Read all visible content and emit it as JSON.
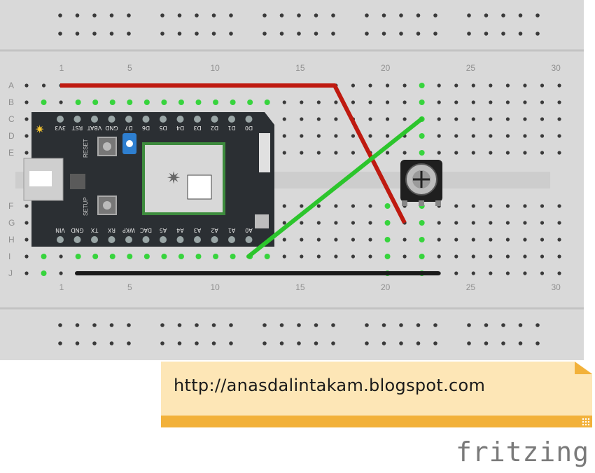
{
  "breadboard": {
    "column_labels": [
      "1",
      "5",
      "10",
      "15",
      "20",
      "25",
      "30"
    ],
    "column_numbers": [
      1,
      5,
      10,
      15,
      20,
      25,
      30
    ],
    "row_labels_top": [
      "A",
      "B",
      "C",
      "D",
      "E"
    ],
    "row_labels_bottom": [
      "F",
      "G",
      "H",
      "I",
      "J"
    ],
    "colors": {
      "board": "#d9d9d9",
      "hole": "#3a3a3a",
      "hole_connected": "#37d43d",
      "label": "#8f8f8f",
      "rail_line": "#bdbdbd"
    }
  },
  "microcontroller": {
    "top_pins": [
      "3V3",
      "RST",
      "VBAT",
      "GND",
      "D7",
      "D6",
      "D5",
      "D4",
      "D3",
      "D2",
      "D1",
      "D0"
    ],
    "bottom_pins": [
      "VIN",
      "GND",
      "TX",
      "RX",
      "WKP",
      "DAC",
      "A5",
      "A4",
      "A3",
      "A2",
      "A1",
      "A0"
    ],
    "button_labels": [
      "RESET",
      "SETUP"
    ],
    "colors": {
      "body": "#2b2f33",
      "module": "#d8d8d8",
      "module_border": "#3d8b3d",
      "pin": "#9aa6a6"
    }
  },
  "potentiometer": {
    "icon": "potentiometer-icon",
    "colors": {
      "body": "#1f1f1f",
      "knob": "#bcbcbc"
    }
  },
  "wires": {
    "colors": {
      "red": "#bf1a10",
      "green": "#2cc52c",
      "black": "#1a1a1a"
    }
  },
  "note": {
    "text": "http://anasdalintakam.blogspot.com"
  },
  "logo": {
    "text": "fritzing"
  }
}
